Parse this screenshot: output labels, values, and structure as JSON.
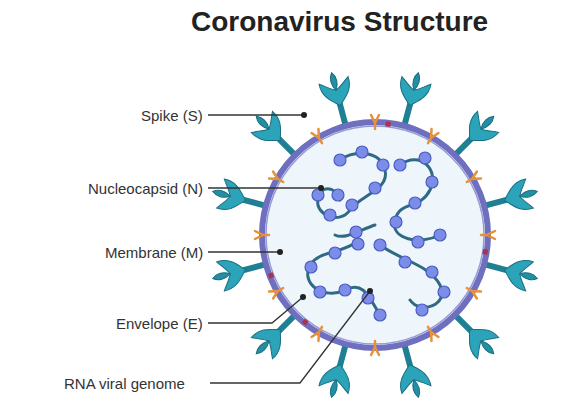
{
  "diagram": {
    "title": "Coronavirus Structure",
    "labels": [
      "Spike (S)",
      "Nucleocapsid (N)",
      "Membrane (M)",
      "Envelope (E)",
      "RNA viral genome"
    ]
  }
}
